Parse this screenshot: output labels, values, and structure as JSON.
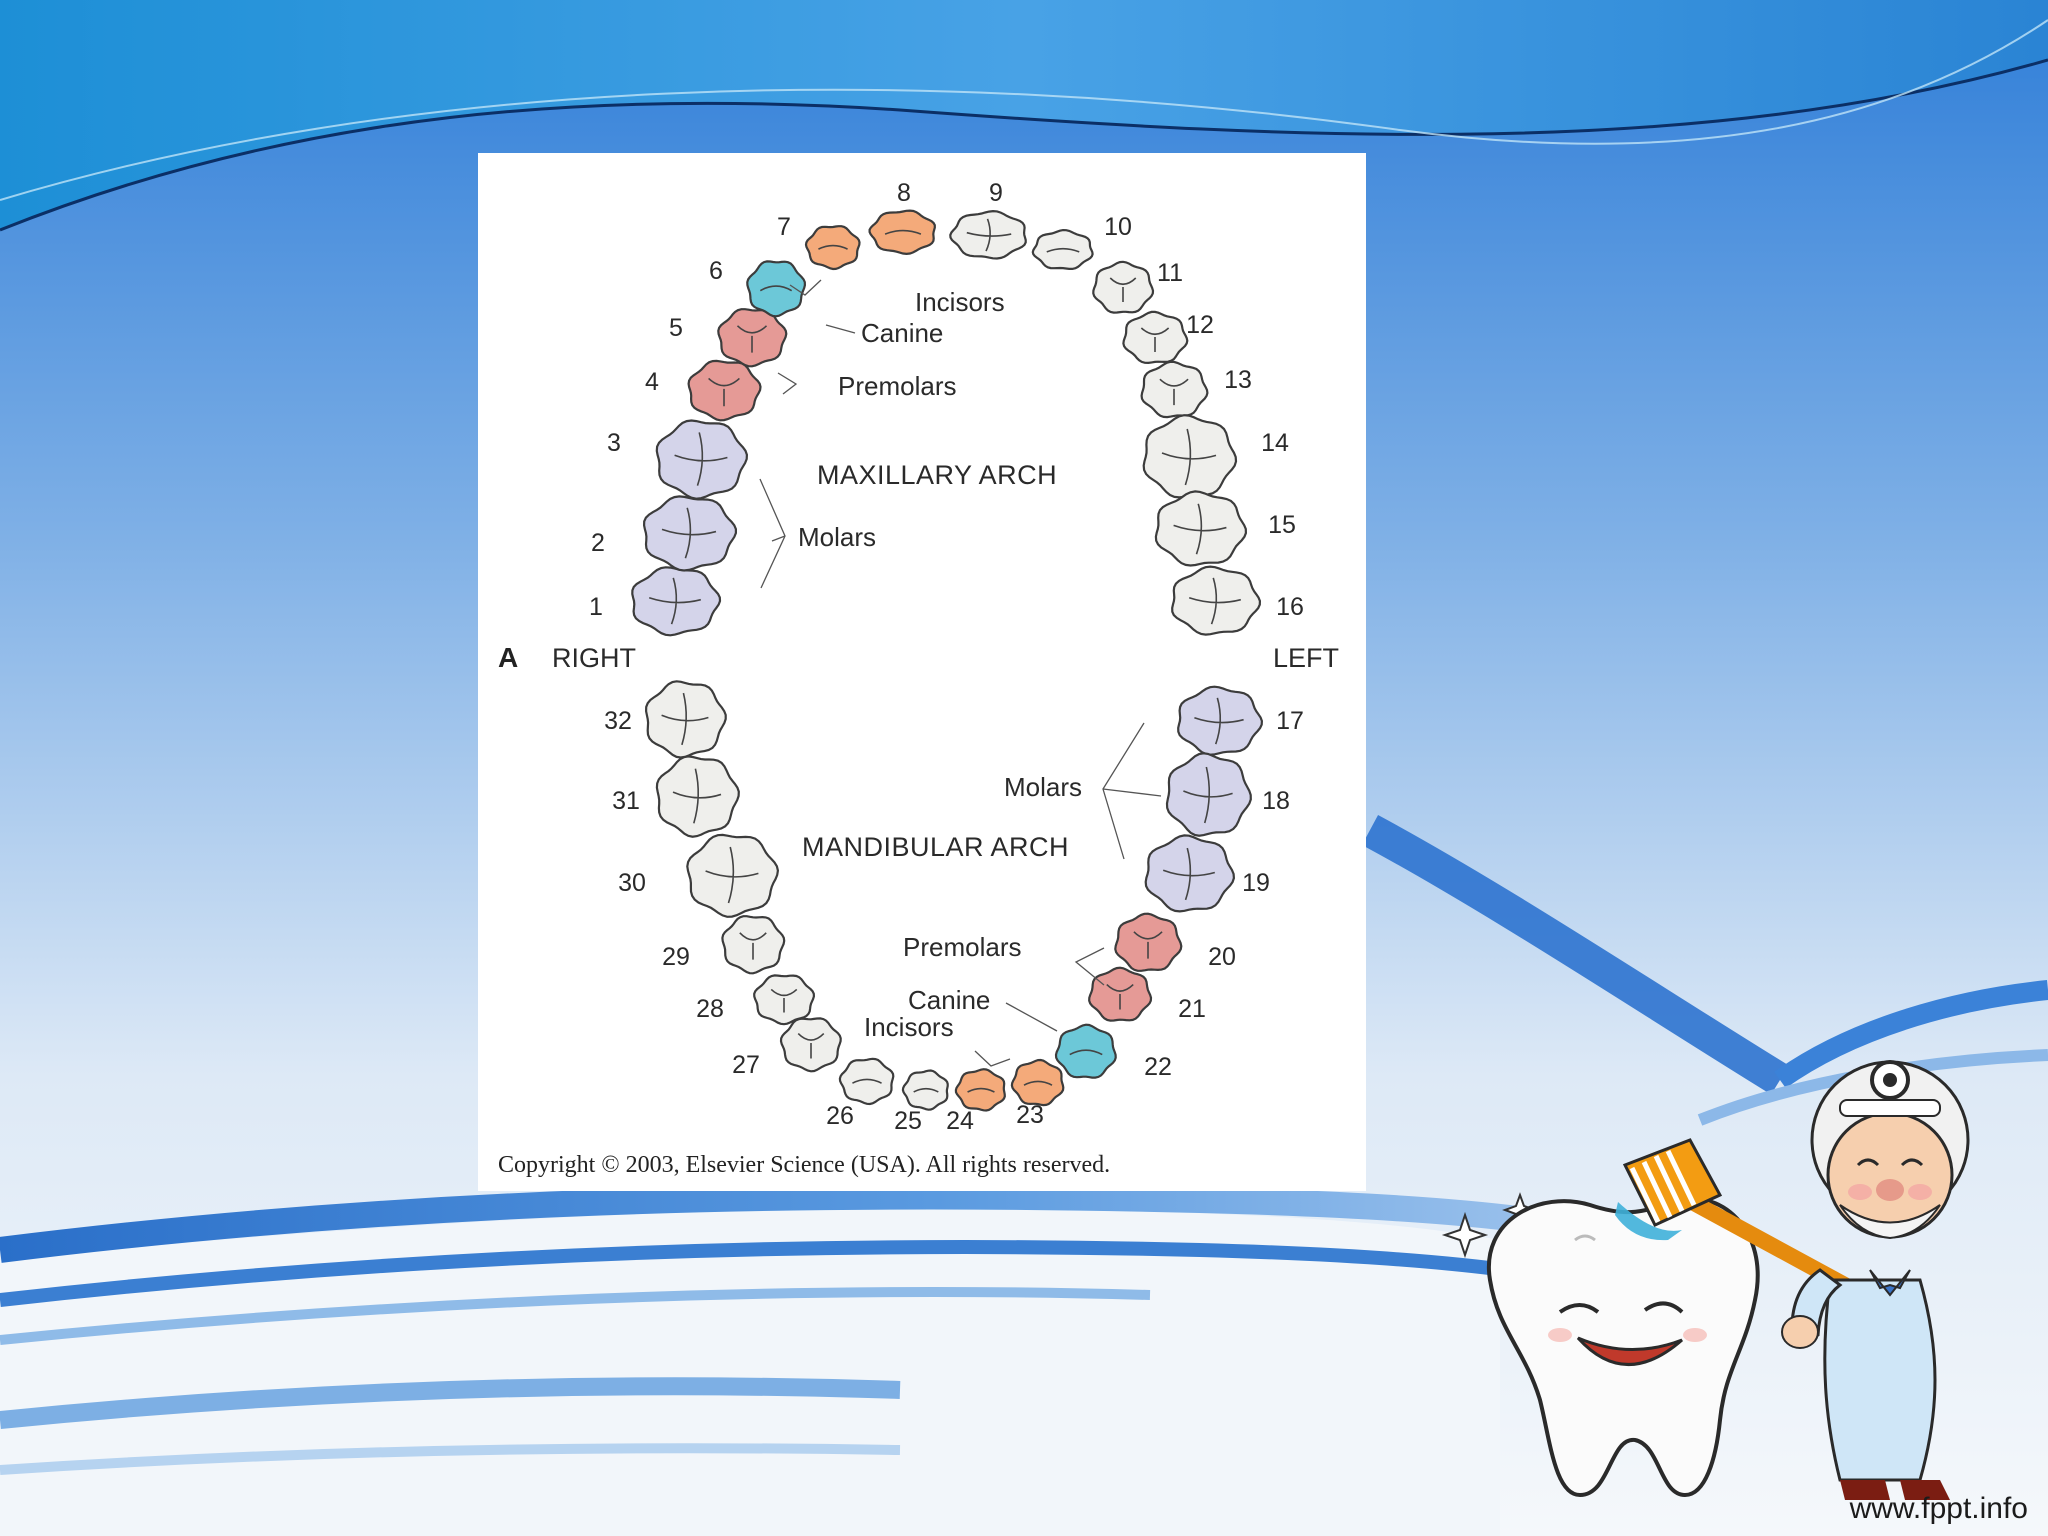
{
  "figure": {
    "panel_letter": "A",
    "side_right": "RIGHT",
    "side_left": "LEFT",
    "maxillary_title": "MAXILLARY ARCH",
    "mandibular_title": "MANDIBULAR ARCH",
    "copyright": "Copyright © 2003, Elsevier Science (USA).  All rights reserved.",
    "labels": {
      "upper_incisors": "Incisors",
      "upper_canine": "Canine",
      "upper_premolars": "Premolars",
      "upper_molars": "Molars",
      "lower_molars": "Molars",
      "lower_premolars": "Premolars",
      "lower_canine": "Canine",
      "lower_incisors": "Incisors"
    },
    "colors": {
      "incisor": "#f4aa7a",
      "canine": "#6cc8d8",
      "premolar": "#e59a96",
      "molar": "#d4d4ea",
      "plain": "#efefec"
    },
    "teeth": [
      {
        "n": "1",
        "type": "molar"
      },
      {
        "n": "2",
        "type": "molar"
      },
      {
        "n": "3",
        "type": "molar"
      },
      {
        "n": "4",
        "type": "premolar"
      },
      {
        "n": "5",
        "type": "premolar"
      },
      {
        "n": "6",
        "type": "canine"
      },
      {
        "n": "7",
        "type": "incisor"
      },
      {
        "n": "8",
        "type": "incisor"
      },
      {
        "n": "9",
        "type": "plain"
      },
      {
        "n": "10",
        "type": "plain"
      },
      {
        "n": "11",
        "type": "plain"
      },
      {
        "n": "12",
        "type": "plain"
      },
      {
        "n": "13",
        "type": "plain"
      },
      {
        "n": "14",
        "type": "plain"
      },
      {
        "n": "15",
        "type": "plain"
      },
      {
        "n": "16",
        "type": "plain"
      },
      {
        "n": "17",
        "type": "molar"
      },
      {
        "n": "18",
        "type": "molar"
      },
      {
        "n": "19",
        "type": "molar"
      },
      {
        "n": "20",
        "type": "premolar"
      },
      {
        "n": "21",
        "type": "premolar"
      },
      {
        "n": "22",
        "type": "canine"
      },
      {
        "n": "23",
        "type": "incisor"
      },
      {
        "n": "24",
        "type": "incisor"
      },
      {
        "n": "25",
        "type": "plain"
      },
      {
        "n": "26",
        "type": "plain"
      },
      {
        "n": "27",
        "type": "plain"
      },
      {
        "n": "28",
        "type": "plain"
      },
      {
        "n": "29",
        "type": "plain"
      },
      {
        "n": "30",
        "type": "plain"
      },
      {
        "n": "31",
        "type": "plain"
      },
      {
        "n": "32",
        "type": "plain"
      }
    ]
  },
  "footer": {
    "site_url": "www.fppt.info"
  }
}
